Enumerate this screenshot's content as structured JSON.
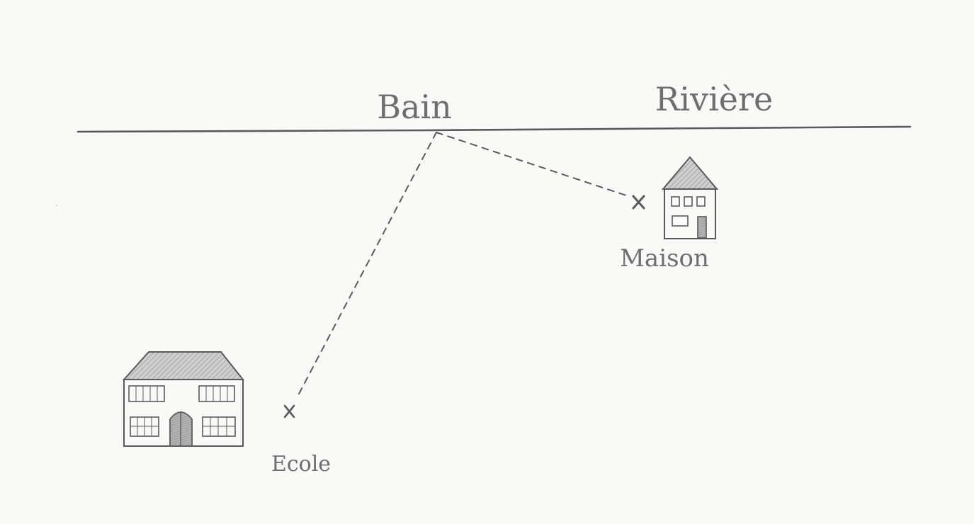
{
  "labels": {
    "bain": "Bain",
    "riviere": "Rivière",
    "maison": "Maison",
    "ecole": "Ecole"
  },
  "colors": {
    "paper": "#f9f9f7",
    "pencil": "#5a5a5a",
    "label": "#6e6e6e",
    "roof_fill": "#b8b8b8",
    "door_fill": "#a3a3a3"
  }
}
